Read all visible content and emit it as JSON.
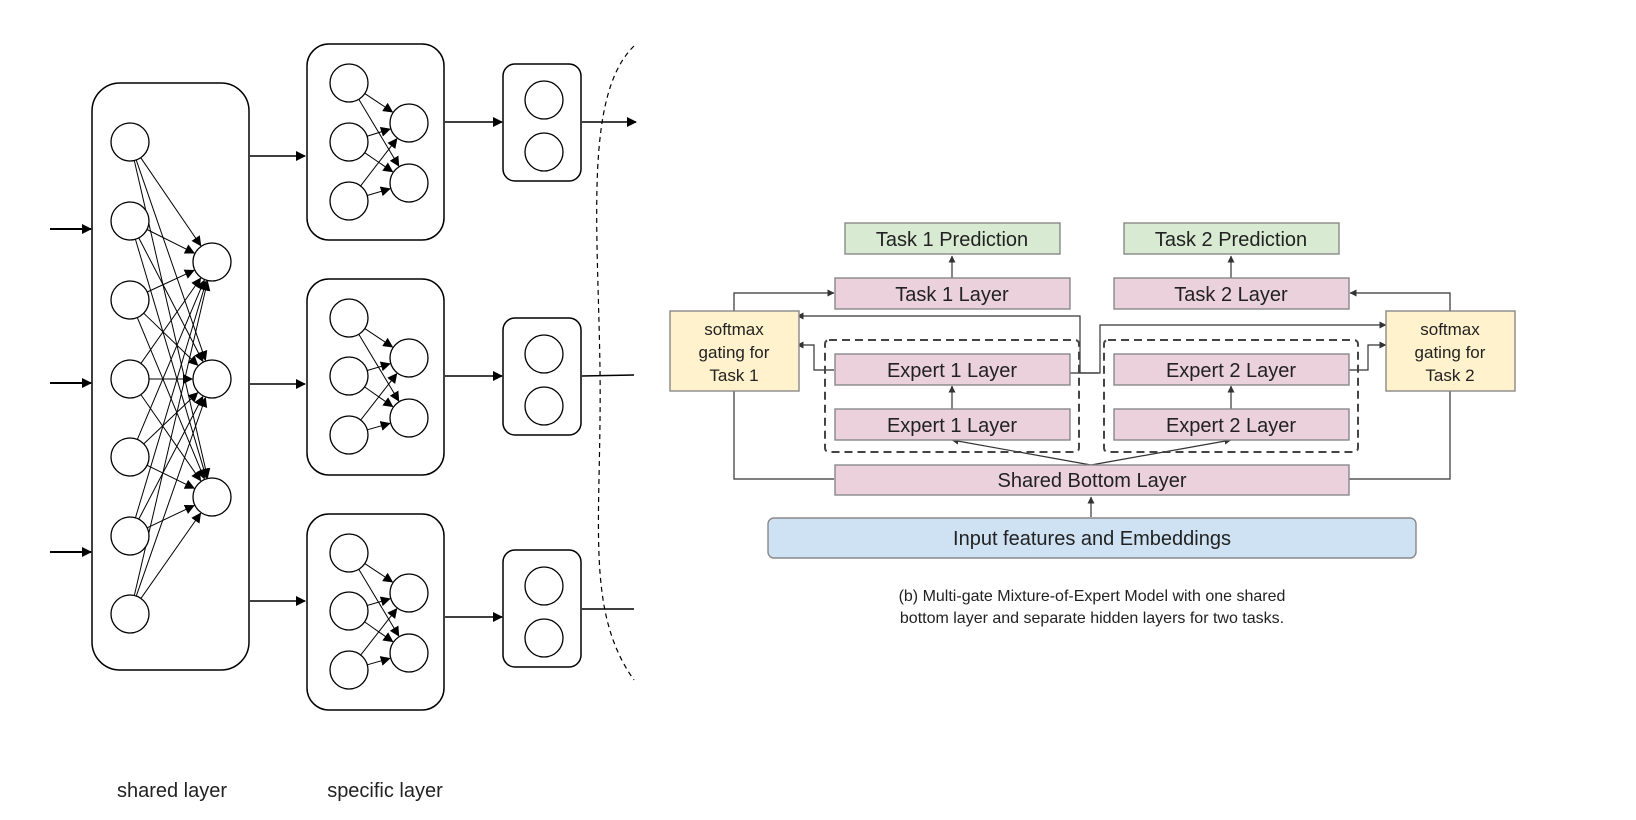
{
  "left_diagram": {
    "labels": {
      "shared": "shared layer",
      "specific": "specific layer"
    }
  },
  "right_diagram": {
    "task1_prediction": "Task 1 Prediction",
    "task2_prediction": "Task 2 Prediction",
    "task1_layer": "Task 1 Layer",
    "task2_layer": "Task 2 Layer",
    "gate1": {
      "line1": "softmax",
      "line2": "gating for",
      "line3": "Task 1"
    },
    "gate2": {
      "line1": "softmax",
      "line2": "gating for",
      "line3": "Task 2"
    },
    "expert1_top": "Expert 1 Layer",
    "expert1_bottom": "Expert 1 Layer",
    "expert2_top": "Expert 2 Layer",
    "expert2_bottom": "Expert 2 Layer",
    "shared_bottom": "Shared Bottom Layer",
    "input": "Input features and Embeddings",
    "caption": {
      "line1": "(b) Multi-gate Mixture-of-Expert Model with one shared",
      "line2": "bottom layer and separate hidden layers for two tasks."
    }
  },
  "colors": {
    "prediction_fill": "#d9ead3",
    "layer_fill": "#ead1dc",
    "gate_fill": "#fff2cc",
    "input_fill": "#cfe2f3"
  }
}
